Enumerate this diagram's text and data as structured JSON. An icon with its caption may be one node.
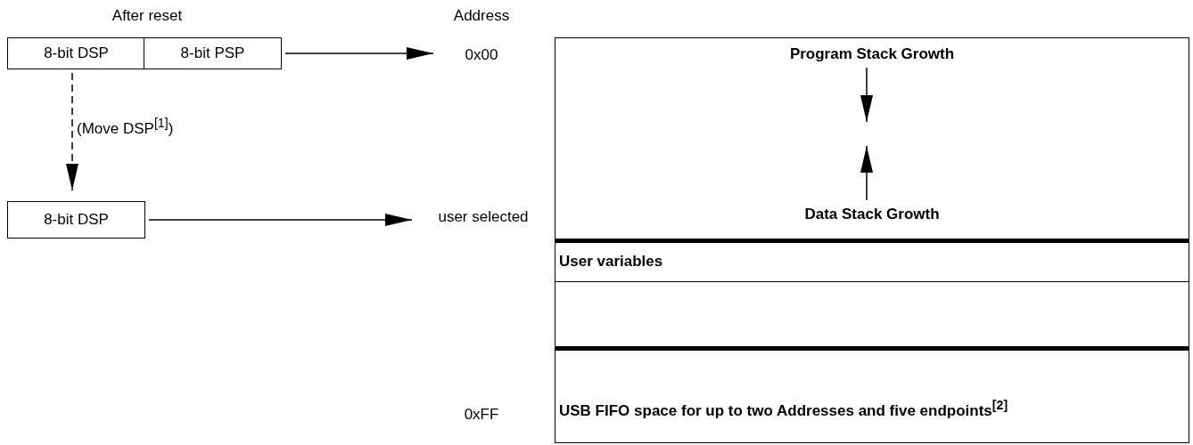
{
  "diagram": {
    "nodes": [
      {
        "text": [
          "8-bit DSP"
        ]
      },
      {
        "text": [
          "8-bit PSP"
        ]
      },
      {
        "text": [
          "8-bit DSP"
        ]
      },
      {
        "text": [
          "0x00"
        ]
      },
      {
        "text": [
          "user selected"
        ]
      },
      {
        "text": [
          "Program Stack Growth",
          "Data Stack Growth"
        ]
      },
      {
        "text": [
          "User variables"
        ]
      },
      {
        "text": [],
        "shape": "box"
      },
      {
        "text": [
          "USB FIFO space for up to two Addresses and five endpoints$^{[2]}$"
        ]
      }
    ],
    "edges": [
      {
        "from": 1,
        "to": 3,
        "arrow": "to"
      },
      {
        "from": 0,
        "to": 2,
        "arrow": "to",
        "style": "dashed",
        "label": "(Move DSP$^{[1]}$)"
      },
      {
        "from": 2,
        "to": 4,
        "arrow": "to"
      }
    ],
    "labels": [
      "After reset",
      "Address",
      "0xFF"
    ]
  }
}
